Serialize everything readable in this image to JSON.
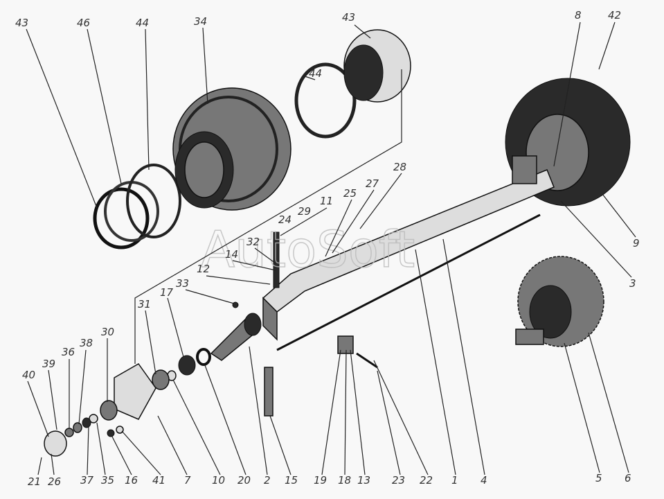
{
  "title": "Front axle exploded view",
  "watermark": "AutoSoft",
  "callouts": [
    "43",
    "46",
    "44",
    "34",
    "44",
    "43",
    "8",
    "42",
    "28",
    "27",
    "25",
    "11",
    "29",
    "24",
    "32",
    "14",
    "12",
    "33",
    "17",
    "31",
    "30",
    "38",
    "36",
    "39",
    "40",
    "21",
    "26",
    "37",
    "35",
    "16",
    "41",
    "7",
    "10",
    "20",
    "2",
    "15",
    "19",
    "18",
    "13",
    "23",
    "22",
    "1",
    "4",
    "5",
    "6",
    "9",
    "3"
  ]
}
